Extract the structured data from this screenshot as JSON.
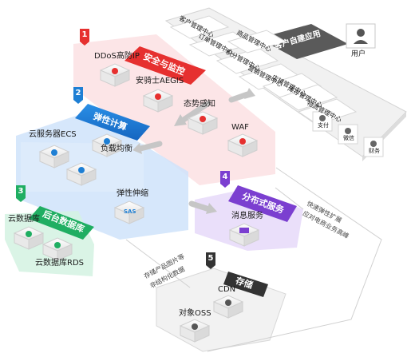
{
  "user": {
    "label": "用户"
  },
  "client_apps": {
    "title": "客户自建应用",
    "services": [
      "客户管理中心",
      "订单管理中心",
      "商品管理中心",
      "积分管理中心",
      "营销管理中心",
      "店铺管理中心",
      "库存管理中心",
      "物流管理中心"
    ],
    "channels": [
      "支付",
      "微信",
      "财务"
    ]
  },
  "security": {
    "number": "1",
    "title": "安全与监控",
    "items": [
      "DDoS高防IP",
      "安骑士AEGIS",
      "态势感知",
      "WAF"
    ]
  },
  "elastic": {
    "number": "2",
    "title": "弹性计算",
    "items": [
      "云服务器ECS",
      "负载均衡",
      "弹性伸缩"
    ],
    "scaling_tag": "SAS"
  },
  "database": {
    "number": "3",
    "title": "后台数据库",
    "items": [
      "云数据库",
      "云数据库RDS"
    ]
  },
  "distributed": {
    "number": "4",
    "title": "分布式服务",
    "items": [
      "消息服务"
    ],
    "note_lines": [
      "快速弹性扩展",
      "应对电商业务高峰"
    ]
  },
  "storage": {
    "number": "5",
    "title": "存储",
    "items": [
      "CDN",
      "对象OSS"
    ],
    "note_lines": [
      "存储产品图片等",
      "非结构化数据"
    ]
  },
  "colors": {
    "security": "#e6302f",
    "elastic": "#1e7fd4",
    "database": "#1fae62",
    "distributed": "#7b3fd0",
    "storage": "#333333",
    "client": "#545454"
  }
}
